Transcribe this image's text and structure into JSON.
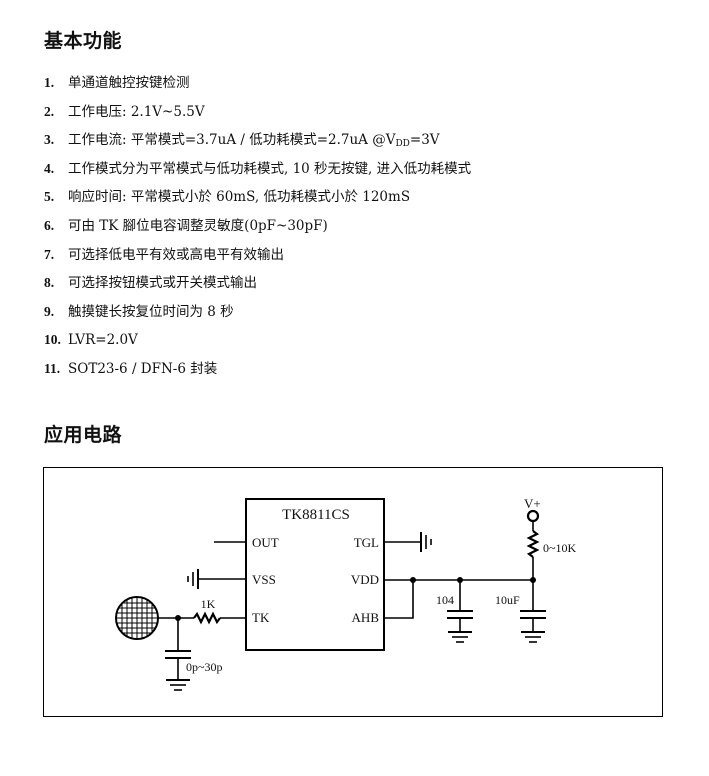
{
  "section1": {
    "title": "基本功能",
    "items": [
      {
        "num": "1.",
        "text": "单通道触控按键检测"
      },
      {
        "num": "2.",
        "text": "工作电压: 2.1V~5.5V"
      },
      {
        "num": "3.",
        "text_before": "工作电流:  平常模式=3.7uA  / 低功耗模式=2.7uA @V",
        "sub": "DD",
        "text_after": "=3V"
      },
      {
        "num": "4.",
        "text": "工作模式分为平常模式与低功耗模式, 10 秒无按键, 进入低功耗模式"
      },
      {
        "num": "5.",
        "text": "响应时间: 平常模式小於 60mS,  低功耗模式小於 120mS"
      },
      {
        "num": "6.",
        "text": "可由 TK 腳位电容调整灵敏度(0pF~30pF)"
      },
      {
        "num": "7.",
        "text": "可选择低电平有效或高电平有效输出"
      },
      {
        "num": "8.",
        "text": "可选择按钮模式或开关模式输出"
      },
      {
        "num": "9.",
        "text": "触摸键长按复位时间为 8 秒"
      },
      {
        "num": "10.",
        "text": "LVR=2.0V"
      },
      {
        "num": "11.",
        "text": "SOT23-6 / DFN-6 封装"
      }
    ]
  },
  "section2": {
    "title": "应用电路"
  },
  "circuit": {
    "chip_name": "TK8811CS",
    "pin_out": "OUT",
    "pin_vss": "VSS",
    "pin_tk": "TK",
    "pin_tgl": "TGL",
    "pin_vdd": "VDD",
    "pin_ahb": "AHB",
    "resistor_tk": "1K",
    "cap_tk": "0p~30p",
    "cap_104": "104",
    "cap_10uf": "10uF",
    "vplus": "V+",
    "resistor_vplus": "0~10K"
  }
}
